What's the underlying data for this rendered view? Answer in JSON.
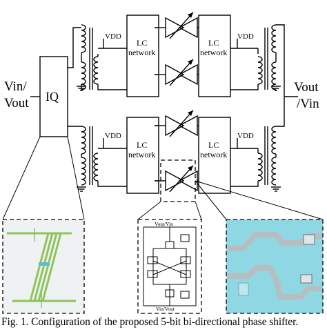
{
  "labels": {
    "in_left_line1": "Vin/",
    "in_left_line2": "Vout",
    "iq_block": "IQ",
    "out_right_line1": "Vout",
    "out_right_line2": "/Vin",
    "vdd": "VDD",
    "lc_line1": "LC",
    "lc_line2": "network",
    "zoom_top_label": "Vout/Vin",
    "zoom_bottom_label": "Vin/Vout"
  },
  "caption": "Fig. 1. Configuration of the proposed 5-bit bi-directional phase shifter.",
  "colors": {
    "line": "#000000",
    "layout_trace_green": "#8fc35a",
    "layout_bg_left": "#eef2f3",
    "layout_bg_right": "#8fd7e3",
    "layout_trace_gray": "#b8bdc0"
  }
}
